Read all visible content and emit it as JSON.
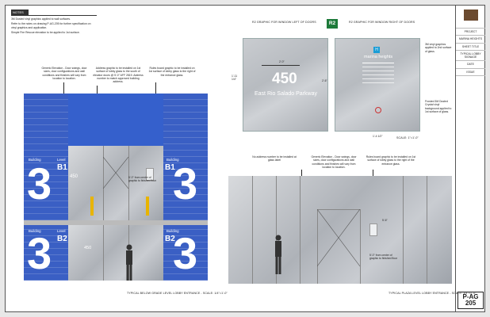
{
  "notes": {
    "title": "NOTES",
    "items": [
      "3M Dusted vinyl graphics applied to wall surfaces.",
      "Refer to the notes on drawing P-AG-205 for further specification on vinyl graphics and application.",
      "Simple Fire Rescue elevation to be applied to 1st surface."
    ]
  },
  "callouts": {
    "storefront": "Generic Elevation - Door swings, door sizes, door configurations and wall conditions and finishes will vary from location to location.",
    "address_number": "Address graphic to be installed on 1st surface of lobby glass to the south of elevator doors @ 5'-0\" AFF 2819. Address number to match approved building address.",
    "rules_board": "Rules board graphic to be installed on 1st surface of lobby glass to the right of the entrance glass.",
    "no_address": "No address number to be installed at glass label",
    "storefront_right": "Generic Elevation - Door swings, door sizes, door configurations and wall conditions and finishes will vary from location to location.",
    "rules_right": "Rules board graphic to be installed on 1st surface of lobby glass to the right of the entrance glass.",
    "dim_left": "5'-0\" from center of graphic to finished floor",
    "dim_right": "5'-0\" from center of graphic to finished floor"
  },
  "left_elevation": {
    "levels": [
      {
        "building_label": "Building",
        "building_num": "3",
        "level_label": "Level",
        "level_code": "B1"
      },
      {
        "building_label": "Building",
        "building_num": "3",
        "level_label": "Level",
        "level_code": "B2"
      }
    ],
    "door_address": "450",
    "caption": "TYPICAL BELOW GRADE LEVEL LOBBY ENTRANCE - SCALE: 1/4\"=1'-0\""
  },
  "right_elevation": {
    "door_address": "",
    "dim": "5'-6\"",
    "caption": "TYPICAL PLAZA LEVEL LOBBY ENTRANCE - SCALE: 1/4\"=1'-0\""
  },
  "graphic_left": {
    "header": "R2 GRAPHIC FOR WINDOW LEFT OF DOORS",
    "number": "450",
    "street": "East Rio Salado Parkway",
    "dim_width": "2'-0\"",
    "dim_height": "1'-11 1/4\""
  },
  "r2_badge": "R2",
  "graphic_right": {
    "header": "R2 GRAPHIC FOR WINDOW RIGHT OF DOORS",
    "brand": "marina heights",
    "brand_icon": "H",
    "dim_height": "2'-6\"",
    "dim_width": "1'-4 1/2\"",
    "note1": "3M vinyl graphics applied to 2nd surface of glass.",
    "note2": "Frosted 3M Dusted Crystal vinyl background applied to 1st surface of glass.",
    "scale": "SCALE: 1\"=1'-0\""
  },
  "title_block": {
    "rows": [
      "PROJECT",
      "MARINA HEIGHTS",
      "SHEET TITLE",
      "TYPICAL LOBBY SIGNAGE",
      "DATE",
      "ISSUE"
    ],
    "sheet_number": "P-AG\n205"
  }
}
